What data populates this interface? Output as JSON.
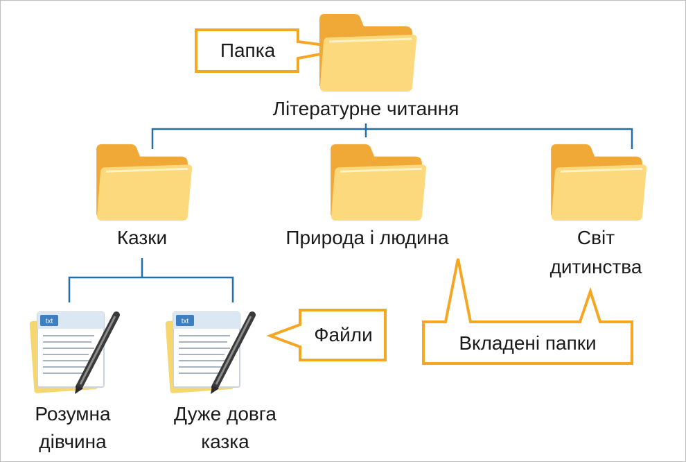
{
  "root": {
    "label": "Літературне читання"
  },
  "subfolders": [
    {
      "label_lines": [
        "Казки"
      ]
    },
    {
      "label_lines": [
        "Природа і людина"
      ]
    },
    {
      "label_lines": [
        "Світ",
        "дитинства"
      ]
    }
  ],
  "files": [
    {
      "label_lines": [
        "Розумна",
        "дівчина"
      ],
      "badge": "txt"
    },
    {
      "label_lines": [
        "Дуже довга",
        "казка"
      ],
      "badge": "txt"
    }
  ],
  "callouts": {
    "folder": "Папка",
    "files": "Файли",
    "nested": "Вкладені папки"
  },
  "colors": {
    "line": "#1f6fad",
    "callout_border": "#f5a623",
    "folder_back": "#f0a937",
    "folder_front": "#fcd97c"
  }
}
